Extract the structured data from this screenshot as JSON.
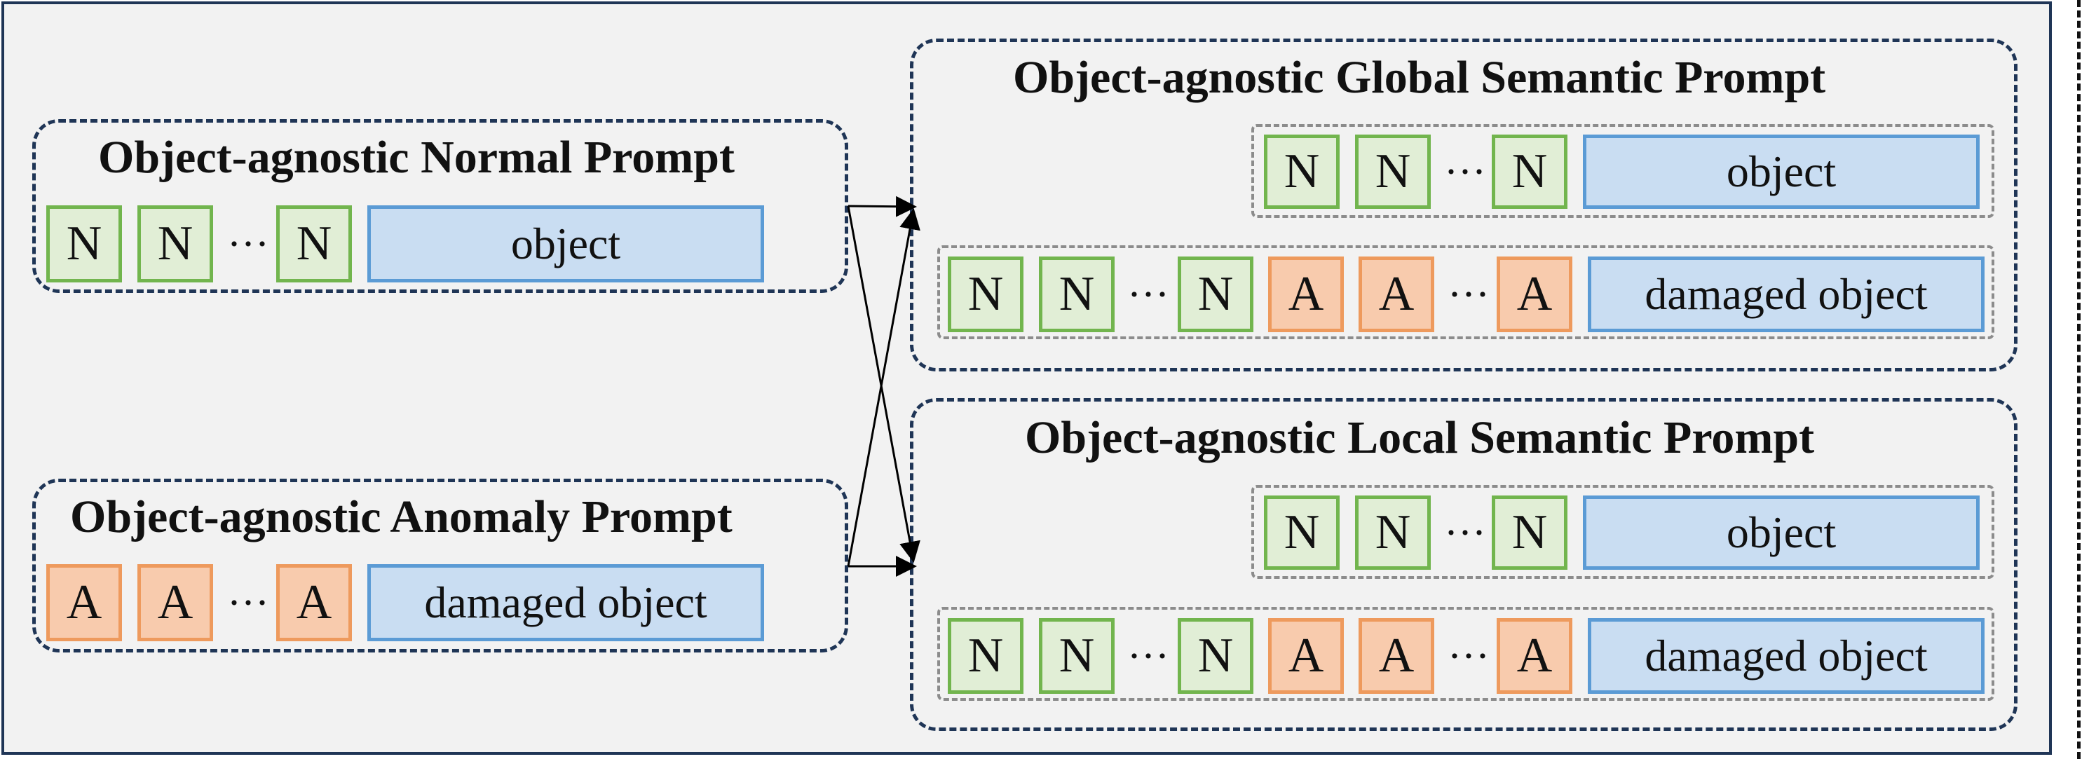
{
  "normal_prompt": {
    "title": "Object-agnostic Normal Prompt",
    "tokens": [
      "N",
      "N",
      "N"
    ],
    "dots": "···",
    "object": "object"
  },
  "anomaly_prompt": {
    "title": "Object-agnostic Anomaly Prompt",
    "tokens": [
      "A",
      "A",
      "A"
    ],
    "dots": "···",
    "object": "damaged object"
  },
  "global_prompt": {
    "title": "Object-agnostic Global Semantic Prompt",
    "normal_row": {
      "tokens": [
        "N",
        "N",
        "N"
      ],
      "dots": "···",
      "object": "object"
    },
    "anomaly_row": {
      "n_tokens": [
        "N",
        "N",
        "N"
      ],
      "a_tokens": [
        "A",
        "A",
        "A"
      ],
      "dots": "···",
      "object": "damaged object"
    }
  },
  "local_prompt": {
    "title": "Object-agnostic Local Semantic Prompt",
    "normal_row": {
      "tokens": [
        "N",
        "N",
        "N"
      ],
      "dots": "···",
      "object": "object"
    },
    "anomaly_row": {
      "n_tokens": [
        "N",
        "N",
        "N"
      ],
      "a_tokens": [
        "A",
        "A",
        "A"
      ],
      "dots": "···",
      "object": "damaged object"
    }
  },
  "colors": {
    "normal_fill": "#e1eed6",
    "normal_border": "#72b54e",
    "anomaly_fill": "#f8cbad",
    "anomaly_border": "#ee9a5d",
    "object_fill": "#c9ddf2",
    "object_border": "#5b9bd5",
    "group_border": "#1f3556"
  }
}
